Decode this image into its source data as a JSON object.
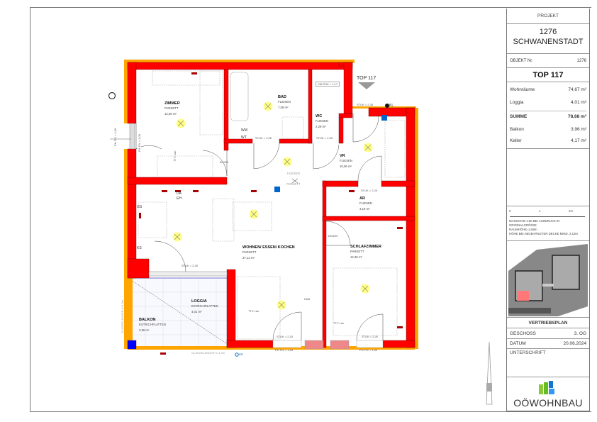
{
  "title_block": {
    "projekt_label": "PROJEKT",
    "project_number": "1276",
    "project_name": "SCHWANENSTADT",
    "objekt_label": "OBJEKT Nr.",
    "objekt_value": "1276",
    "top": "TOP 117",
    "areas": [
      {
        "label": "Wohnräume",
        "value": "74,67 m²"
      },
      {
        "label": "Loggia",
        "value": "4,01 m²"
      },
      {
        "label": "SUMME",
        "value": "78,68 m²"
      },
      {
        "label": "Balkon",
        "value": "3,96 m²"
      },
      {
        "label": "Keller",
        "value": "4,17 m²"
      }
    ],
    "scale": {
      "ticks": [
        "0",
        "1",
        "2m"
      ],
      "line1": "MASSSTAB 1:50 BEI AUSDRUCK IN",
      "line2": "ORIGINALGRÖSSE",
      "line3": "RAUMHÖHE=2,58m",
      "line4": "HÖHE BEI ABGEHÄNGTER DECKE MIND. 2,10m"
    },
    "plan_type": "VERTRIEBSPLAN",
    "geschoss_label": "GESCHOSS",
    "geschoss_value": "3. OG",
    "datum_label": "DATUM",
    "datum_value": "20.06.2024",
    "unterschrift_label": "UNTERSCHRIFT",
    "logo_text": "OÖWOHNBAU"
  },
  "plan": {
    "top_marker": "TOP 117",
    "rooms": [
      {
        "name": "ZIMMER",
        "floor": "PARKETT",
        "area": "12,60 m²"
      },
      {
        "name": "BAD",
        "floor": "FLIESEN",
        "area": "7,08 m²"
      },
      {
        "name": "WC",
        "floor": "FLIESEN",
        "area": "2,29 m²"
      },
      {
        "name": "VR",
        "floor": "FLIESEN",
        "area": "10,06 m²"
      },
      {
        "name": "AR",
        "floor": "FLIESEN",
        "area": "3,19 m²"
      },
      {
        "name": "WOHNEN/ ESSEN/ KOCHEN",
        "floor": "PARKETT",
        "area": "37,12 m²"
      },
      {
        "name": "SCHLAFZIMMER",
        "floor": "PARKETT",
        "area": "12,35 m²"
      },
      {
        "name": "LOGGIA",
        "floor": "ESTRICHPLATTEN",
        "area": "4,01 m²"
      },
      {
        "name": "BALKON",
        "floor": "ESTRICHPLATTEN",
        "area": "3,96 m²"
      }
    ],
    "floor_change": {
      "top": "FLIESEN",
      "bottom": "PARKETT"
    },
    "dims": {
      "stuk_230": "STUK = 2,30",
      "stuk_205": "STUK = 2,05",
      "stuk_205b": "STUK = 2,05",
      "stuk_235": "STUK = 2,35",
      "stuk_225": "STUK = 2,25",
      "stuk_215": "STUK = 2,15",
      "stuk_200": "STUK = 2,00",
      "vm_rgk": "VM RGK = 1,17",
      "ph_fix": "PH FIX = 1,00",
      "fh_fix1": "PH FIX = 1,00",
      "fh_fix2": "FH FIX = 1,00",
      "fh_fix3": "PH FIX = 1,00",
      "glass1": "GLASGELÄNDER h=1,0m",
      "glass2": "GLASGELÄNDER h=1,0m",
      "door_80": "80/200",
      "door_100": "100/200"
    },
    "fixtures": {
      "wm": "WM",
      "wt": "WT",
      "kl": "KL",
      "gs": "GS",
      "ks": "KS",
      "da": "DA",
      "eh": "EH",
      "ttv1": "TTV Lan",
      "ttv2": "TTV Lan",
      "ttv3": "TTV Lan",
      "rr": "RR",
      "kab": "KAB"
    }
  }
}
